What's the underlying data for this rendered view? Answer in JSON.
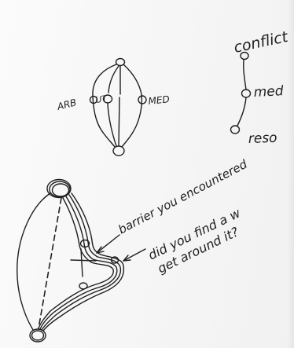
{
  "ink_color": "#1f1f1f",
  "paper_color": "#f6f6f6",
  "diamond": {
    "left_label": "ARB",
    "center_label": "UT",
    "right_label": "MED"
  },
  "process": {
    "step1": "conflict",
    "step2": "med",
    "step3": "reso"
  },
  "annotations": {
    "barrier": "barrier you encountered",
    "question_line1": "did you find a w",
    "question_line2": "get around it?"
  }
}
